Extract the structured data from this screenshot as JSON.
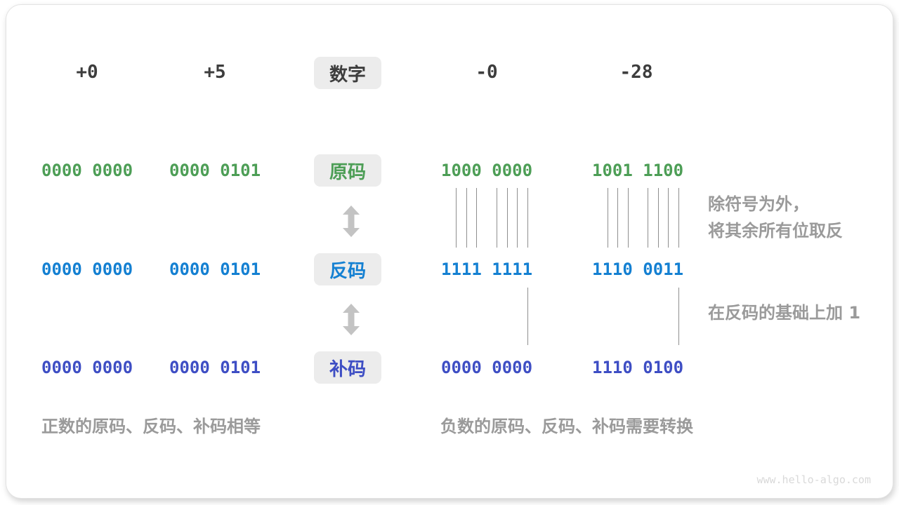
{
  "header": {
    "numbers": [
      "+0",
      "+5",
      "-0",
      "-28"
    ],
    "label": "数字"
  },
  "rows": [
    {
      "label": "原码",
      "color": "#4d9e56",
      "values": [
        "0000 0000",
        "0000 0101",
        "1000 0000",
        "1001 1100"
      ]
    },
    {
      "label": "反码",
      "color": "#1480d2",
      "values": [
        "0000 0000",
        "0000 0101",
        "1111 1111",
        "1110 0011"
      ]
    },
    {
      "label": "补码",
      "color": "#3e4ec4",
      "values": [
        "0000 0000",
        "0000 0101",
        "0000 0000",
        "1110 0100"
      ]
    }
  ],
  "annotations": {
    "invert_line1": "除符号为外，",
    "invert_line2": "将其余所有位取反",
    "add_one": "在反码的基础上加 1"
  },
  "captions": {
    "positive": "正数的原码、反码、补码相等",
    "negative": "负数的原码、反码、补码需要转换"
  },
  "watermark": "www.hello-algo.com",
  "colors": {
    "text_dark": "#3d3d3d",
    "box_bg": "#ececec",
    "annotation_gray": "#9a9a9a",
    "arrow_gray": "#c3c3c3",
    "line_gray": "#8f8f8f",
    "watermark_gray": "#d9d9d9"
  }
}
